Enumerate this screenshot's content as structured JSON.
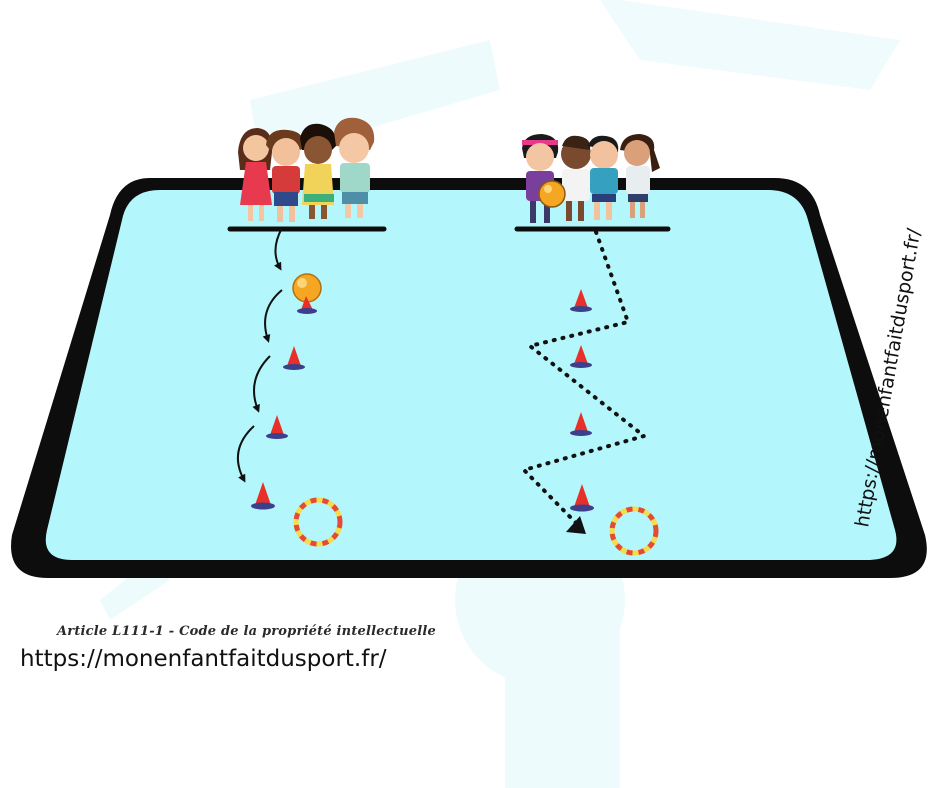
{
  "field": {
    "side_watermark": "https://monenfantfaitdusport.fr/"
  },
  "footer": {
    "article": "Article L111-1 - Code de la propriété intellectuelle",
    "url": "https://monenfantfaitdusport.fr/"
  },
  "colors": {
    "field_fill": "#b3f6fb",
    "field_border": "#0d0d0d",
    "background_shape": "#eefbfd",
    "cone": "#e8302a",
    "cone_base": "#3b3f8c",
    "hoop_yellow": "#f3dd4a",
    "hoop_red": "#e34a3a",
    "ball": "#f5a623"
  },
  "icons": {
    "team_left": "group-of-four-children-icon",
    "team_right": "group-of-four-children-with-ball-icon",
    "ball": "ball-icon",
    "cone": "cone-icon",
    "hoop": "hoop-icon"
  }
}
